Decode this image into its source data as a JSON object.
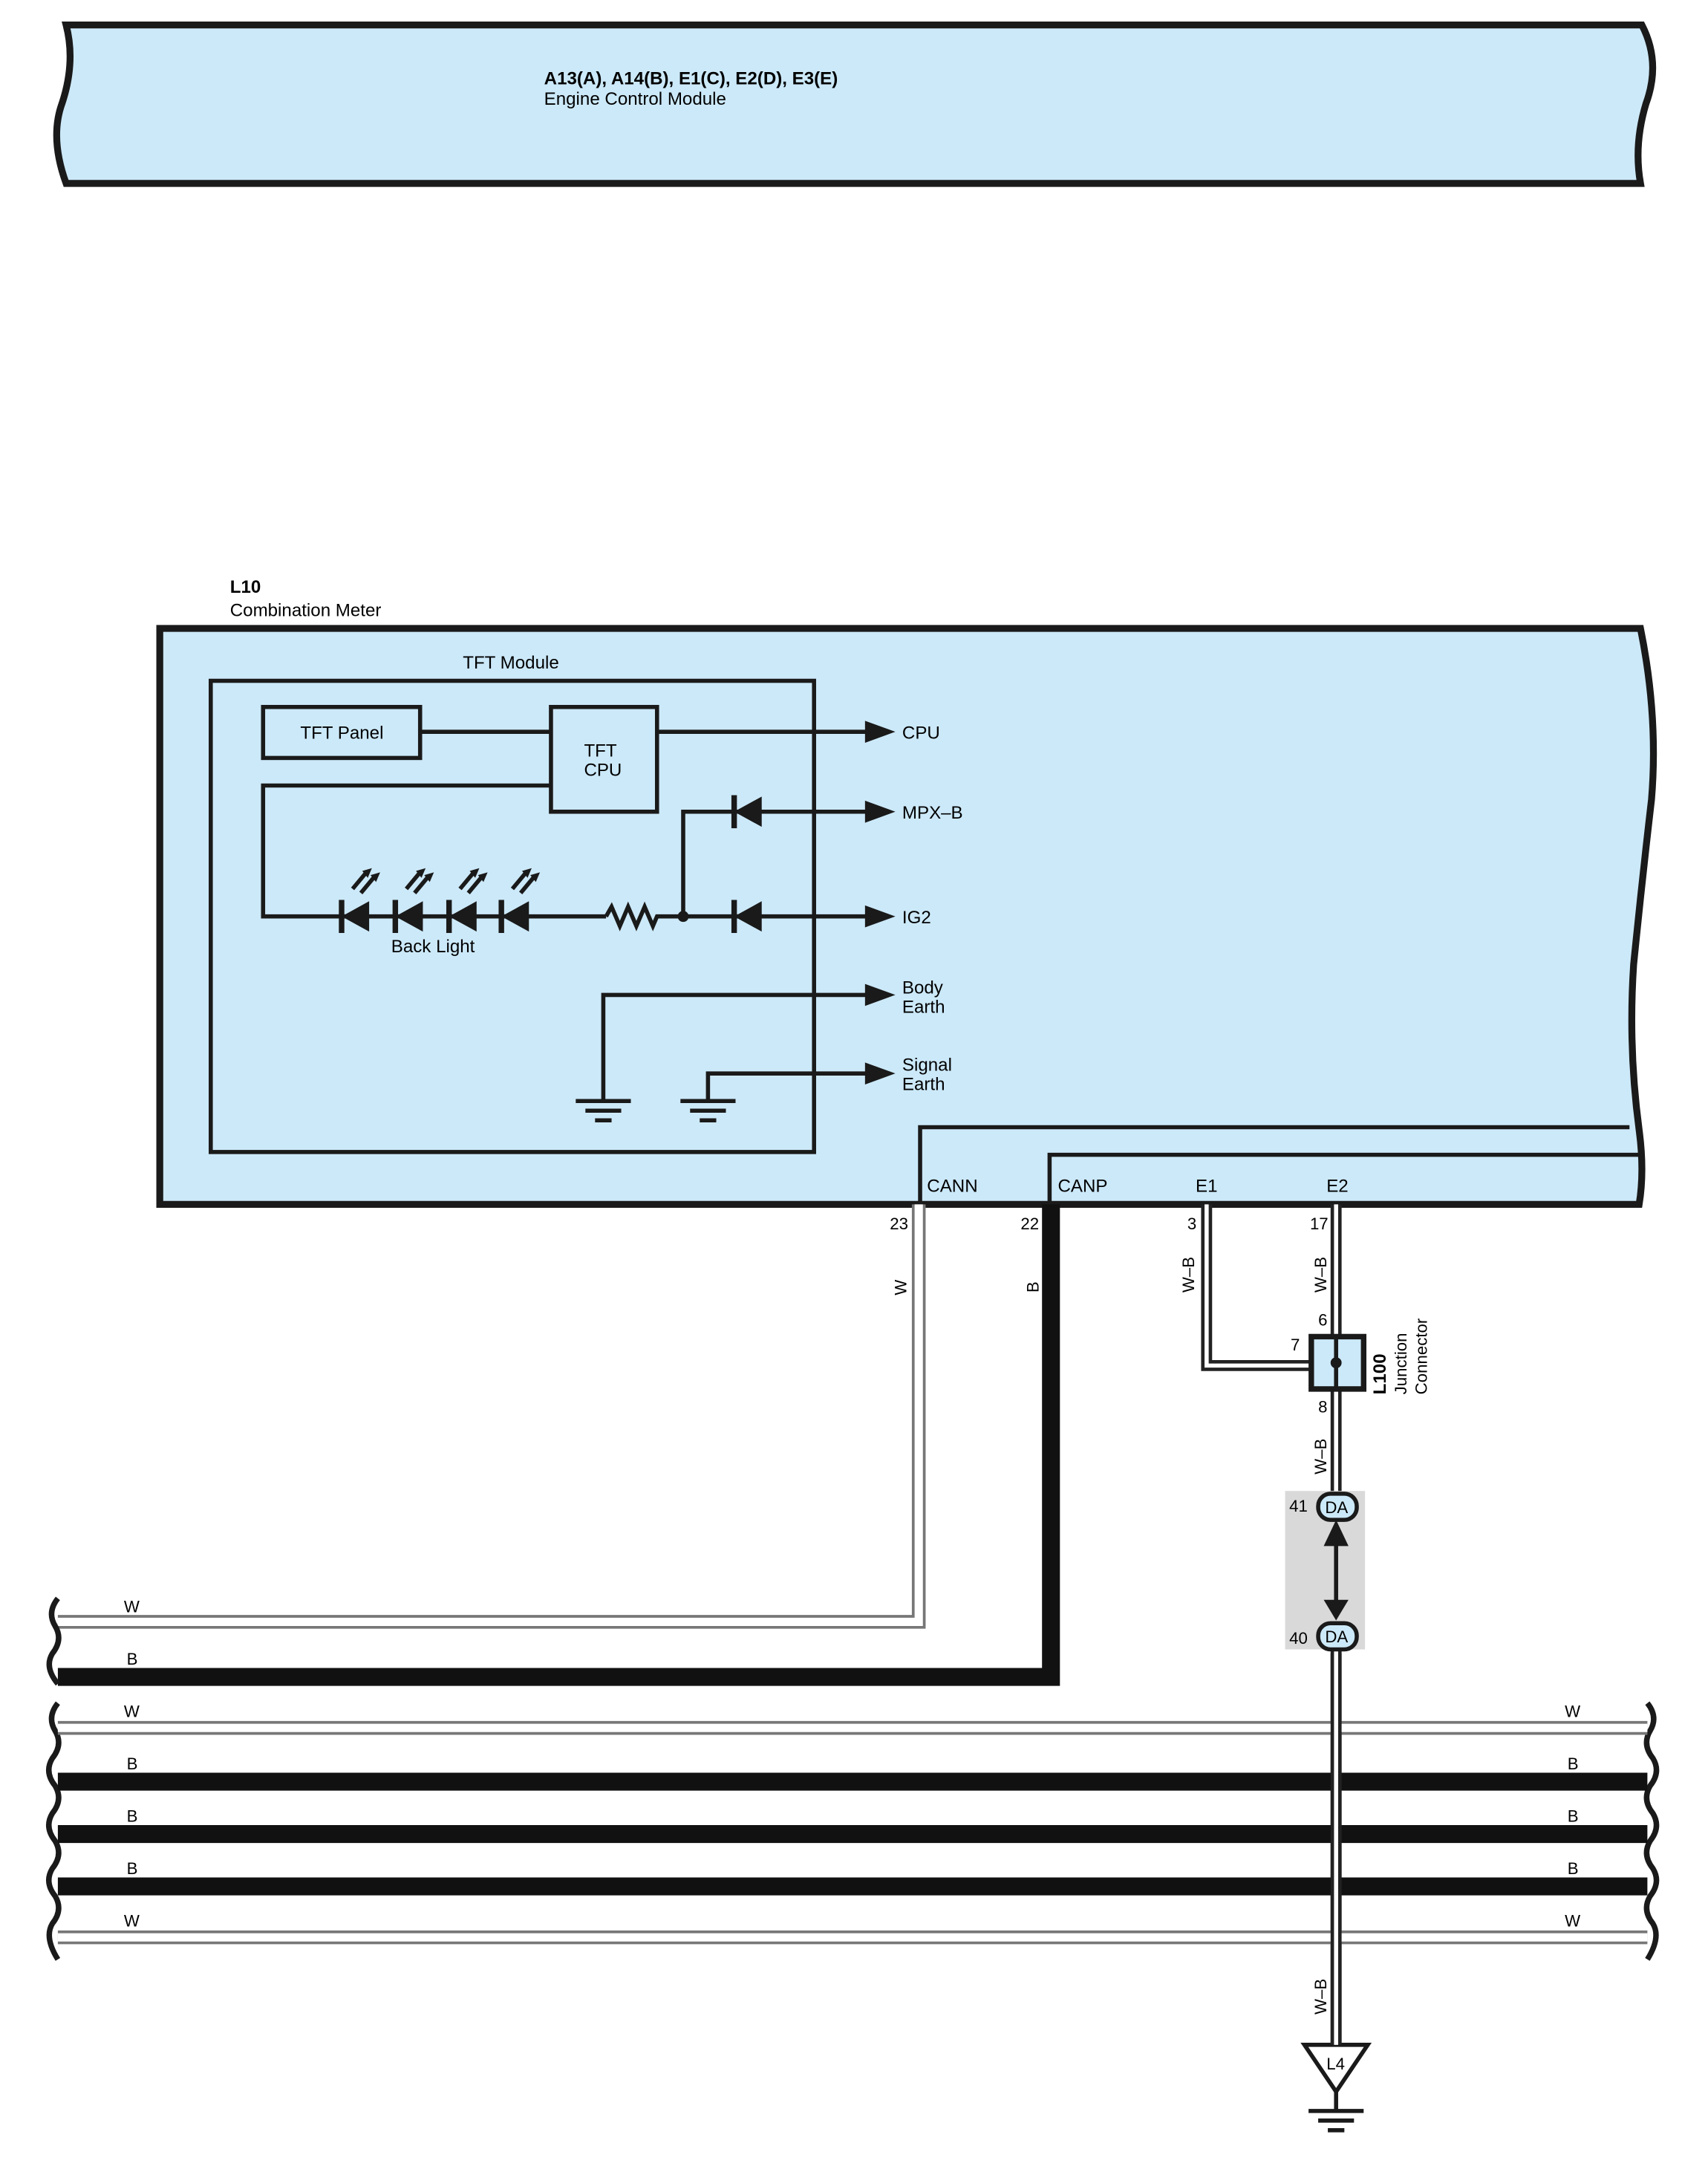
{
  "ecm": {
    "connectors": "A13(A), A14(B), E1(C), E2(D), E3(E)",
    "name": "Engine Control Module"
  },
  "meter": {
    "code": "L10",
    "name": "Combination Meter",
    "tft_module": "TFT Module",
    "tft_panel": "TFT Panel",
    "tft_cpu_line1": "TFT",
    "tft_cpu_line2": "CPU",
    "back_light": "Back Light",
    "outputs": {
      "cpu": "CPU",
      "mpx_b": "MPX–B",
      "ig2": "IG2",
      "body_earth_1": "Body",
      "body_earth_2": "Earth",
      "signal_earth_1": "Signal",
      "signal_earth_2": "Earth"
    },
    "terminals": {
      "cann": "CANN",
      "canp": "CANP",
      "e1": "E1",
      "e2": "E2"
    },
    "pins": {
      "cann": "23",
      "canp": "22",
      "e1": "3",
      "e2": "17"
    }
  },
  "wires": {
    "cann": "W",
    "canp": "B",
    "e1": "W–B",
    "e2": "W–B",
    "below_jc": "W–B",
    "to_ground": "W–B"
  },
  "junction": {
    "code": "L100",
    "name_1": "Junction",
    "name_2": "Connector",
    "pin_top": "6",
    "pin_left": "7",
    "pin_bottom": "8"
  },
  "connector_da": {
    "label": "DA",
    "pin_top": "41",
    "pin_bottom": "40"
  },
  "ground": {
    "code": "L4"
  },
  "bus": {
    "left_w_upper": "W",
    "left_b_upper": "B",
    "rows": [
      {
        "left": "W",
        "right": "W"
      },
      {
        "left": "B",
        "right": "B"
      },
      {
        "left": "B",
        "right": "B"
      },
      {
        "left": "B",
        "right": "B"
      },
      {
        "left": "W",
        "right": "W"
      }
    ]
  }
}
